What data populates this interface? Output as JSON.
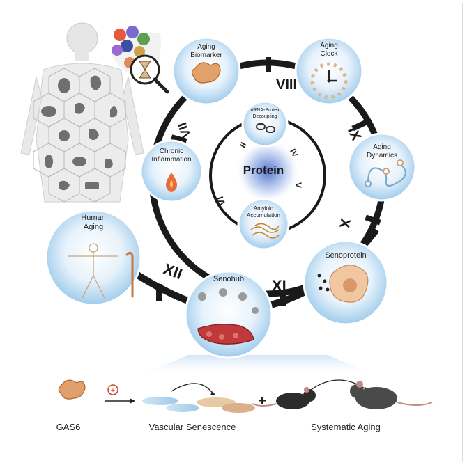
{
  "center": {
    "label": "Protein"
  },
  "roman": {
    "VIII": "VIII",
    "IX": "IX",
    "X": "X",
    "XI": "XI",
    "XII": "XII",
    "VII": "VII",
    "II": "II",
    "IV": "IV",
    "V": "V",
    "VI": "VI"
  },
  "nodes": {
    "aging_biomarker": [
      "Aging",
      "Biomarker"
    ],
    "aging_clock": [
      "Aging",
      "Clock"
    ],
    "aging_dynamics": [
      "Aging",
      "Dynamics"
    ],
    "senoprotein": [
      "Senoprotein"
    ],
    "senohub": [
      "Senohub"
    ],
    "human_aging": [
      "Human",
      "Aging"
    ],
    "chronic_inflammation": [
      "Chronic",
      "Inflammation"
    ],
    "mrna_protein": [
      "mRNA-Protein",
      "Decoupling"
    ],
    "amyloid": [
      "Amyloid",
      "Accumulation"
    ]
  },
  "bottom": {
    "gas6": "GAS6",
    "vascular": "Vascular Senescence",
    "systematic": "Systematic Aging",
    "plus_circle": "+",
    "plus": "+"
  },
  "colors": {
    "node_fill": "#cfe6f7",
    "node_stroke": "#ffffff",
    "track": "#1a1a1a",
    "protein_blob": "#6f8fd6",
    "accent_orange": "#c8773a"
  }
}
